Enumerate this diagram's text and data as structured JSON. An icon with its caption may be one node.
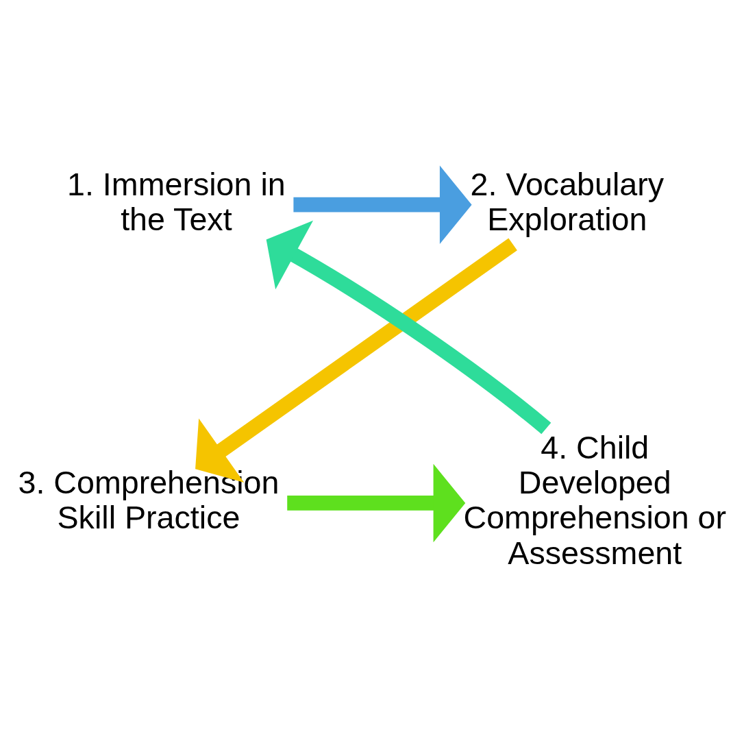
{
  "diagram": {
    "nodes": [
      {
        "text": [
          "1. Immersion in the Text"
        ]
      },
      {
        "text": [
          "2. Vocabulary Exploration"
        ]
      },
      {
        "text": [
          "3. Comprehension Skill Practice"
        ]
      },
      {
        "text": [
          "4. Child Developed Comprehension or Assessment"
        ]
      }
    ],
    "edges": [
      {
        "from": 0,
        "to": 1,
        "arrow": "to",
        "color": "#4a9ee0"
      },
      {
        "from": 1,
        "to": 2,
        "arrow": "to",
        "color": "#f5c400"
      },
      {
        "from": 2,
        "to": 3,
        "arrow": "to",
        "color": "#5ee01e"
      },
      {
        "from": 3,
        "to": 0,
        "arrow": "to",
        "color": "#2edc9a"
      }
    ]
  }
}
